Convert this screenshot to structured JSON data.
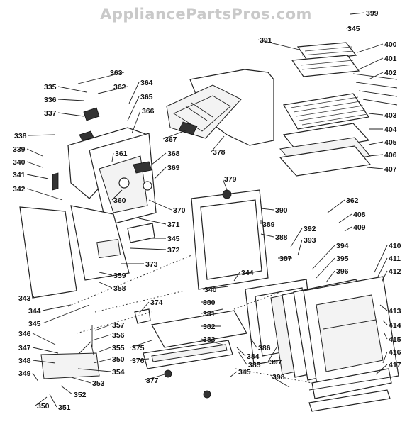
{
  "watermark": "AppliancePartsPros.com",
  "callouts": [
    "335",
    "336",
    "337",
    "338",
    "339",
    "340",
    "341",
    "342",
    "343",
    "344",
    "345",
    "346",
    "347",
    "348",
    "349",
    "350",
    "351",
    "352",
    "353",
    "354",
    "355",
    "356",
    "357",
    "358",
    "359",
    "360",
    "361",
    "362",
    "363",
    "364",
    "365",
    "366",
    "367",
    "368",
    "369",
    "370",
    "371",
    "372",
    "373",
    "374",
    "375",
    "376",
    "377",
    "378",
    "379",
    "380",
    "381",
    "382",
    "383",
    "384",
    "385",
    "386",
    "387",
    "388",
    "389",
    "390",
    "391",
    "392",
    "393",
    "394",
    "395",
    "396",
    "397",
    "398",
    "399",
    "400",
    "401",
    "402",
    "403",
    "404",
    "405",
    "406",
    "407",
    "408",
    "409",
    "410",
    "411",
    "412",
    "413",
    "414",
    "415",
    "416",
    "417"
  ]
}
